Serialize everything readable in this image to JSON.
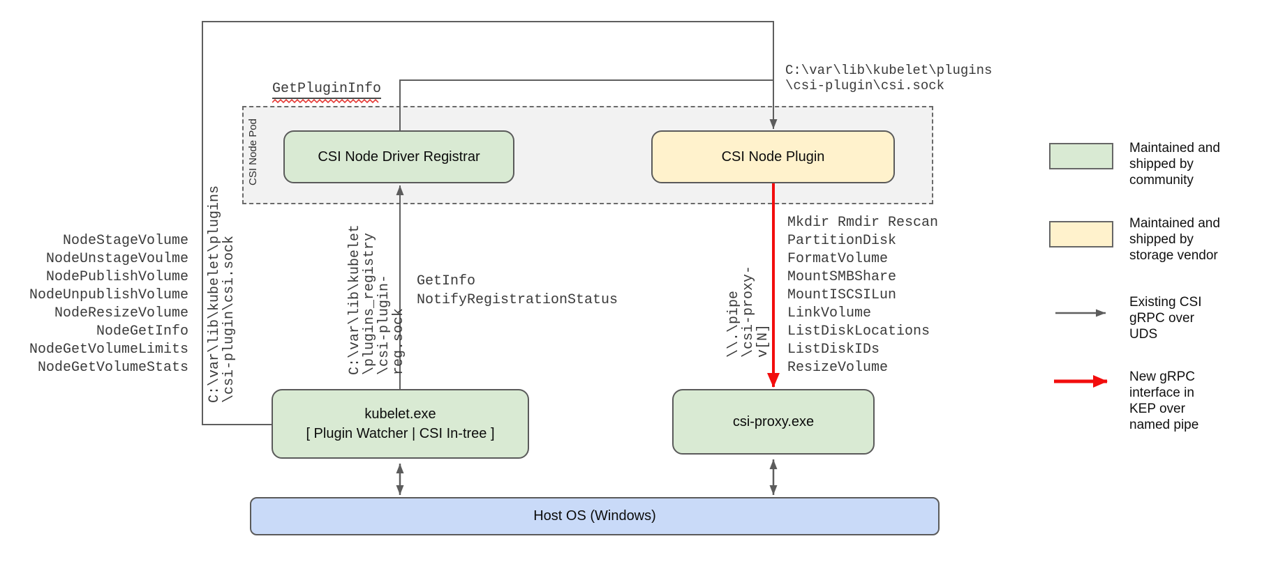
{
  "pod": {
    "label": "CSI Node Pod"
  },
  "nodes": {
    "registrar": {
      "label": "CSI Node Driver Registrar"
    },
    "plugin": {
      "label": "CSI Node Plugin"
    },
    "kubelet": {
      "line1": "kubelet.exe",
      "line2": "[ Plugin Watcher | CSI In-tree ]"
    },
    "csi_proxy": {
      "label": "csi-proxy.exe"
    },
    "host_os": {
      "label": "Host OS (Windows)"
    }
  },
  "labels": {
    "get_plugin_info": "GetPluginInfo",
    "kubelet_csi_methods": [
      "NodeStageVolume",
      "NodeUnstageVoulme",
      "NodePublishVolume",
      "NodeUnpublishVolume",
      "NodeResizeVolume",
      "NodeGetInfo",
      "NodeGetVolumeLimits",
      "NodeGetVolumeStats"
    ],
    "csi_sock_path_left": [
      "C:\\var\\lib\\kubelet\\plugins",
      "\\csi-plugin\\csi.sock"
    ],
    "csi_sock_path_top": [
      "C:\\var\\lib\\kubelet\\plugins",
      "\\csi-plugin\\csi.sock"
    ],
    "registration_sock_path": [
      "C:\\var\\lib\\kubelet",
      "\\plugins_registry",
      "\\csi-plugin-reg.sock"
    ],
    "registration_methods": [
      "GetInfo",
      "NotifyRegistrationStatus"
    ],
    "named_pipe_path": [
      "\\\\.\\pipe",
      "\\csi-proxy-v[N]"
    ],
    "csi_proxy_methods": [
      "Mkdir Rmdir Rescan",
      "PartitionDisk",
      "FormatVolume",
      "MountSMBShare",
      "MountISCSILun",
      "LinkVolume",
      "ListDiskLocations",
      "ListDiskIDs",
      "ResizeVolume"
    ]
  },
  "legend": {
    "community": [
      "Maintained and",
      "shipped by",
      "community"
    ],
    "vendor": [
      "Maintained and",
      "shipped by",
      "storage vendor"
    ],
    "uds_arrow": [
      "Existing CSI",
      "gRPC over",
      "UDS"
    ],
    "pipe_arrow": [
      "New gRPC",
      "interface in",
      "KEP over",
      "named pipe"
    ]
  },
  "colors": {
    "community_green": "#d9ead3",
    "vendor_yellow": "#fff2cc",
    "host_blue": "#c9daf8",
    "pod_gray": "#f2f2f2",
    "line_gray": "#5e5e5e",
    "arrow_red": "#f20d0d"
  }
}
